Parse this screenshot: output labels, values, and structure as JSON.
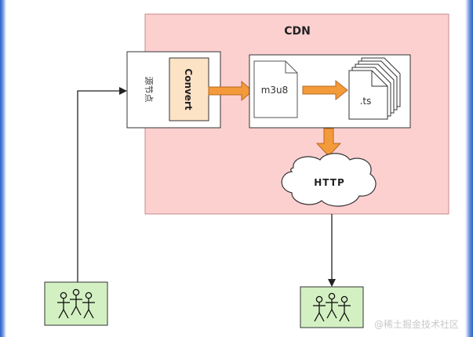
{
  "diagram": {
    "cdn_label": "CDN",
    "source_node_label": "源节点",
    "convert_label": "Convert",
    "m3u8_label": "m3u8",
    "ts_label": ".ts",
    "http_label": "HTTP"
  },
  "watermark": "@稀土掘金技术社区",
  "colors": {
    "cdn_fill": "#fdd0d0",
    "cdn_stroke": "#c88888",
    "convert_fill": "#fde3c6",
    "arrow_orange": "#f39a3b",
    "actor_fill": "#d3f0c2"
  },
  "icons": [
    "actor-group-icon",
    "document-icon",
    "document-stack-icon",
    "cloud-icon"
  ]
}
